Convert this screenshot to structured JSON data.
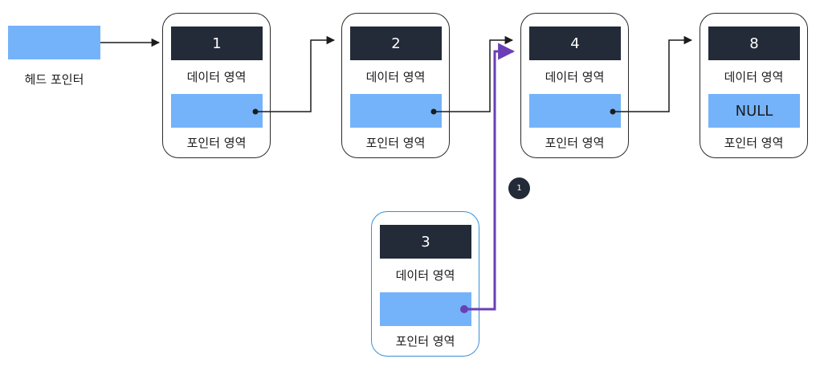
{
  "head": {
    "label": "헤드 포인터"
  },
  "nodes": [
    {
      "value": "1",
      "data_label": "데이터 영역",
      "pointer_value": "",
      "pointer_label": "포인터 영역"
    },
    {
      "value": "2",
      "data_label": "데이터 영역",
      "pointer_value": "",
      "pointer_label": "포인터 영역"
    },
    {
      "value": "4",
      "data_label": "데이터 영역",
      "pointer_value": "",
      "pointer_label": "포인터 영역"
    },
    {
      "value": "8",
      "data_label": "데이터 영역",
      "pointer_value": "NULL",
      "pointer_label": "포인터 영역"
    }
  ],
  "new_node": {
    "value": "3",
    "data_label": "데이터 영역",
    "pointer_value": "",
    "pointer_label": "포인터 영역"
  },
  "step": {
    "number": "1"
  },
  "colors": {
    "data_fill": "#232a38",
    "pointer_fill": "#74b3fa",
    "new_link": "#6a3fb5",
    "new_node_border": "#3a8fd6"
  }
}
